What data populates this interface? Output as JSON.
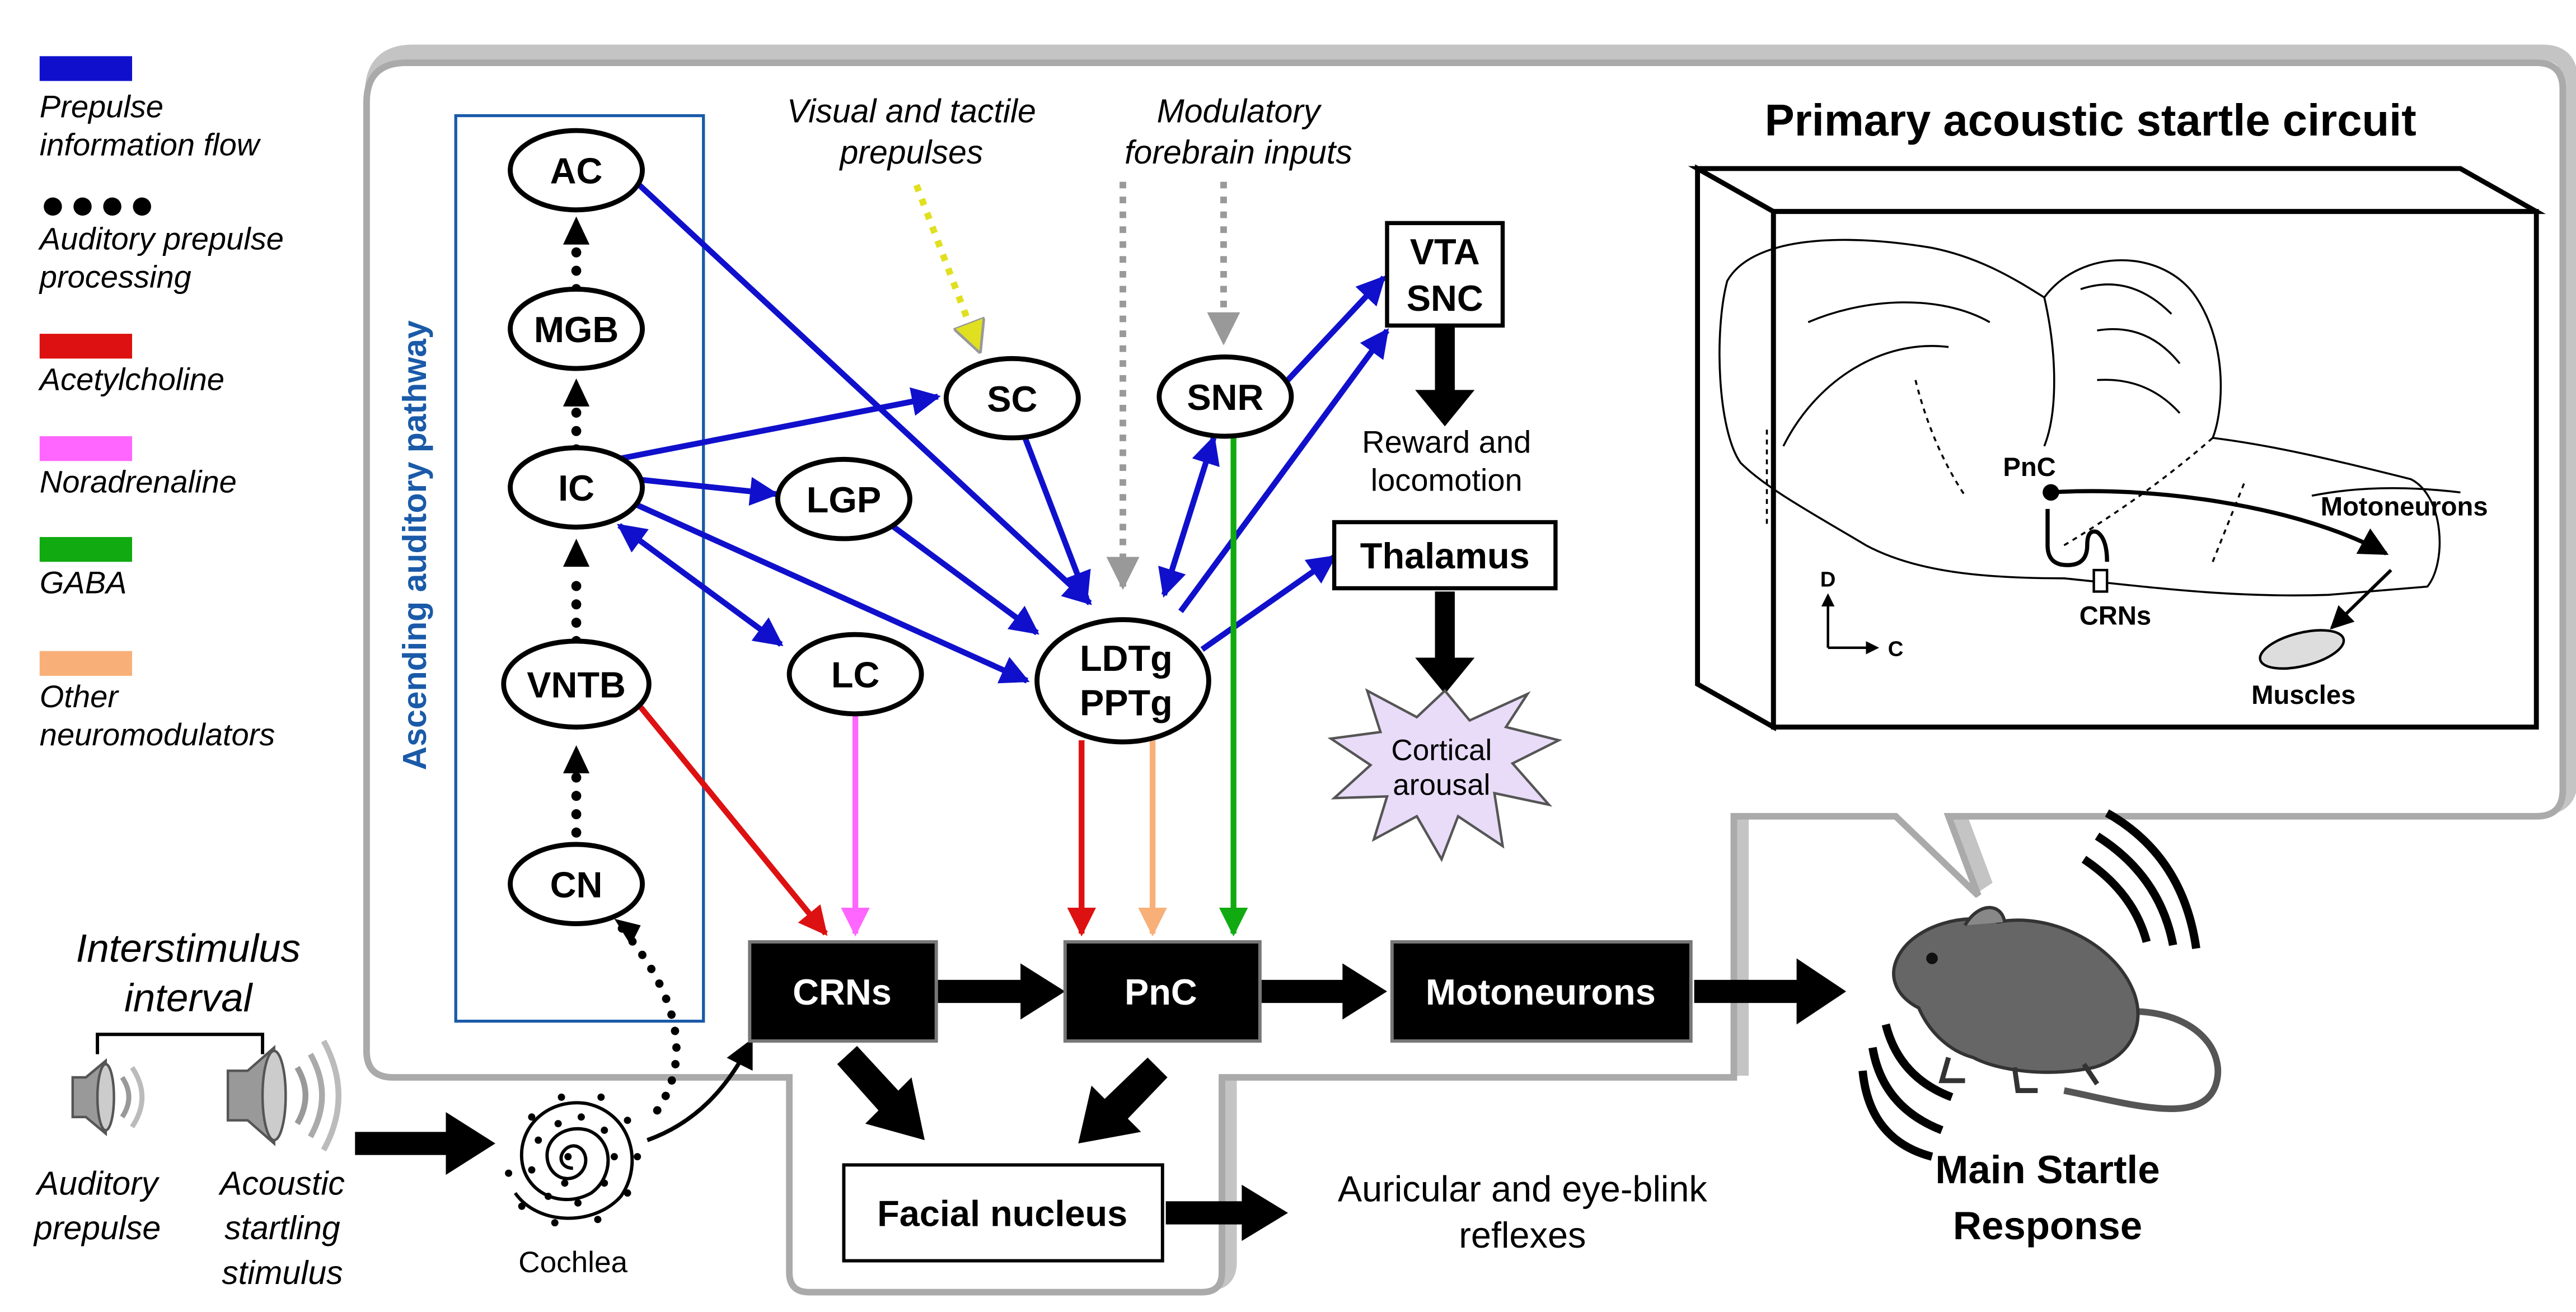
{
  "legend": {
    "items": [
      {
        "label": "Prepulse information flow",
        "lines": [
          "Prepulse",
          "information flow"
        ],
        "color": "#1010cc",
        "kind": "bar"
      },
      {
        "label": "Auditory prepulse processing",
        "lines": [
          "Auditory prepulse",
          "processing"
        ],
        "color": "#000000",
        "kind": "dots"
      },
      {
        "label": "Acetylcholine",
        "lines": [
          "Acetylcholine"
        ],
        "color": "#dd1111",
        "kind": "bar"
      },
      {
        "label": "Noradrenaline",
        "lines": [
          "Noradrenaline"
        ],
        "color": "#ff66ff",
        "kind": "bar"
      },
      {
        "label": "GABA",
        "lines": [
          "GABA"
        ],
        "color": "#11aa11",
        "kind": "bar"
      },
      {
        "label": "Other neuromodulators",
        "lines": [
          "Other",
          "neuromodulators"
        ],
        "color": "#f8b078",
        "kind": "bar"
      }
    ]
  },
  "pathway_label": "Ascending auditory  pathway",
  "nodes": {
    "ac": "AC",
    "mgb": "MGB",
    "ic": "IC",
    "vntb": "VNTB",
    "cn": "CN",
    "sc": "SC",
    "lgp": "LGP",
    "lc": "LC",
    "snr": "SNR",
    "ldtg": "LDTg",
    "pptg": "PPTg",
    "vta": "VTA",
    "snc": "SNC",
    "thalamus": "Thalamus",
    "crns": "CRNs",
    "pnc": "PnC",
    "motoneurons": "Motoneurons",
    "facial": "Facial nucleus",
    "cortical_1": "Cortical",
    "cortical_2": "arousal"
  },
  "annotations": {
    "visual_1": "Visual and tactile",
    "visual_2": "prepulses",
    "modulatory_1": "Modulatory",
    "modulatory_2": "forebrain inputs",
    "reward_1": "Reward and",
    "reward_2": "locomotion",
    "isi_1": "Interstimulus",
    "isi_2": "interval",
    "auditory_1": "Auditory",
    "auditory_2": "prepulse",
    "acoustic_1": "Acoustic",
    "acoustic_2": "startling",
    "acoustic_3": "stimulus",
    "cochlea": "Cochlea",
    "reflex_1": "Auricular and eye-blink",
    "reflex_2": "reflexes",
    "main_1": "Main Startle",
    "main_2": "Response"
  },
  "inset": {
    "title": "Primary acoustic startle circuit",
    "pnc": "PnC",
    "motoneurons": "Motoneurons",
    "crns": "CRNs",
    "muscles": "Muscles",
    "axis_d": "D",
    "axis_c": "C"
  },
  "colors": {
    "prepulse": "#1010cc",
    "ach": "#dd1111",
    "na": "#ff66ff",
    "gaba": "#11aa11",
    "other": "#f8b078",
    "pathway_box": "#1a5aa8",
    "modulatory": "#999999",
    "visual": "#e0e020",
    "arousal_fill": "#e8dcf8"
  }
}
